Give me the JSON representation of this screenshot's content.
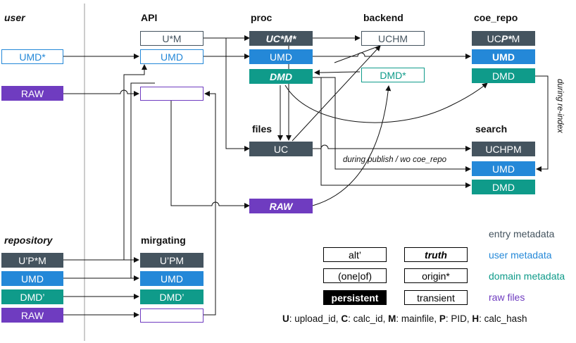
{
  "columns": {
    "user": "user",
    "api": "API",
    "proc": "proc",
    "backend": "backend",
    "coe_repo": "coe_repo",
    "files": "files",
    "search": "search",
    "repository": "repository",
    "migrating": "mirgating"
  },
  "nodes": {
    "user_umd": "UMD*",
    "user_raw": "RAW",
    "api_um": "U*M",
    "api_umd": "UMD",
    "api_raw": "",
    "proc_ucm": "UC*M*",
    "proc_umd": "UMD",
    "proc_dmd": "DMD",
    "backend_uchm": "UCHM",
    "backend_dmd": "DMD*",
    "coe_ucpm_pre": "UC",
    "coe_ucpm_p": "P*",
    "coe_ucpm_post": "M",
    "coe_umd": "UMD",
    "coe_dmd": "DMD",
    "files_uc": "UC",
    "files_raw": "RAW",
    "search_uchpm": "UCHPM",
    "search_umd": "UMD",
    "search_dmd": "DMD",
    "repo_upm": "U’P*M",
    "repo_umd": "UMD",
    "repo_dmd": "DMD’",
    "repo_raw": "RAW",
    "mig_upm": "U’PM",
    "mig_umd": "UMD",
    "mig_dmd": "DMD’",
    "mig_raw": ""
  },
  "edge_labels": {
    "publish": "during publish / wo coe_repo",
    "reindex": "during re-index"
  },
  "legend": {
    "alt": "alt’",
    "truth": "truth",
    "oneof": "(one|of)",
    "origin": "origin*",
    "persistent": "persistent",
    "transient": "transient",
    "categories": [
      {
        "label": "entry metadata",
        "color": "#45545f"
      },
      {
        "label": "user metadata",
        "color": "#2488d8"
      },
      {
        "label": "domain metadata",
        "color": "#0f9b8a"
      },
      {
        "label": "raw files",
        "color": "#6f3cc0"
      }
    ]
  },
  "footer": {
    "u_key": "U",
    "u_text": ": upload_id, ",
    "c_key": "C",
    "c_text": ": calc_id, ",
    "m_key": "M",
    "m_text": ": mainfile, ",
    "p_key": "P",
    "p_text": ": PID, ",
    "h_key": "H",
    "h_text": ": calc_hash"
  }
}
